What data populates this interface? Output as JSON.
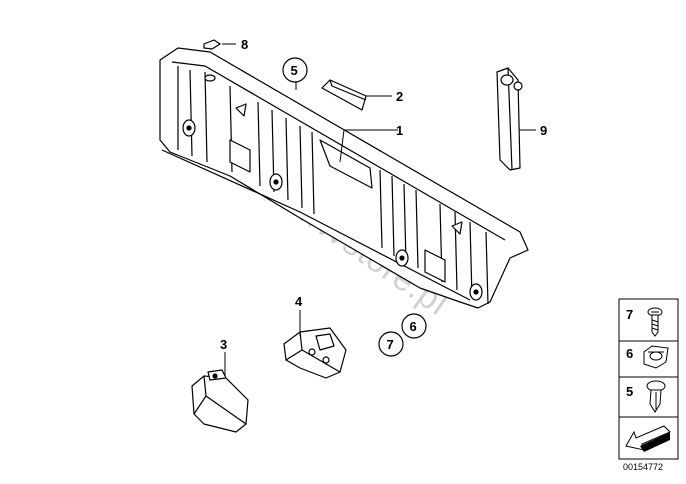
{
  "diagram": {
    "callouts": {
      "c1": "1",
      "c2": "2",
      "c3": "3",
      "c4": "4",
      "c5_circled": "5",
      "c6_circled": "6",
      "c7_circled": "7",
      "c8": "8",
      "c9": "9"
    },
    "legend": {
      "items": [
        {
          "number": "7",
          "icon": "screw-icon"
        },
        {
          "number": "6",
          "icon": "clip-nut-icon"
        },
        {
          "number": "5",
          "icon": "expanding-rivet-icon"
        }
      ],
      "orientation_icon": "direction-arrow-icon"
    },
    "reference_number": "00154772",
    "watermark": "www.BMWstore.pl"
  }
}
